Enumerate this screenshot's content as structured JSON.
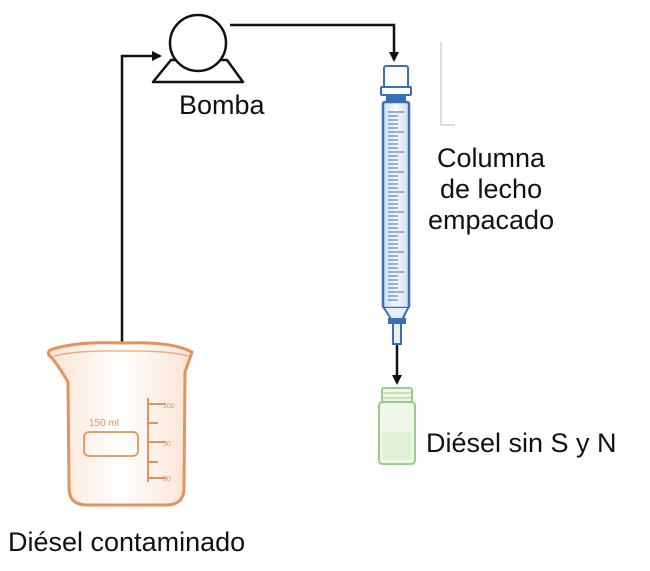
{
  "labels": {
    "pump": "Bomba",
    "column_line1": "Columna",
    "column_line2": "de lecho",
    "column_line3": "empacado",
    "clean_product": "Diésel sin S y N",
    "source": "Diésel contaminado"
  },
  "beaker": {
    "volume_text": "150 ml",
    "scale_marks": [
      "100",
      "50",
      "50"
    ]
  },
  "colors": {
    "line": "#111111",
    "beaker": "#e3935d",
    "column": "#3a6fb5",
    "column_fill": "#e6eef8",
    "vial": "#9ccb8f",
    "vial_fill": "#eef7e8"
  }
}
